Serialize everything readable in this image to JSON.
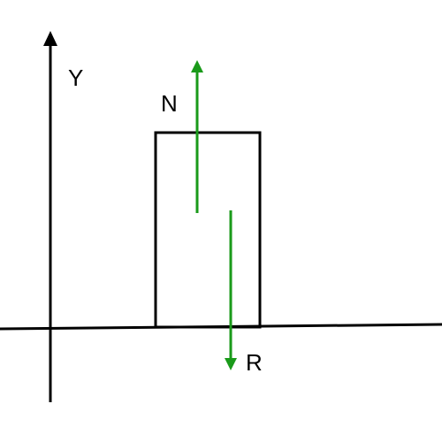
{
  "axis": {
    "label": "Y"
  },
  "forces": {
    "normal": {
      "label": "N",
      "direction": "up"
    },
    "weight": {
      "label": "R",
      "direction": "down"
    }
  },
  "colors": {
    "arrow": "#1a9a1a",
    "line": "#000000",
    "background": "#ffffff"
  }
}
